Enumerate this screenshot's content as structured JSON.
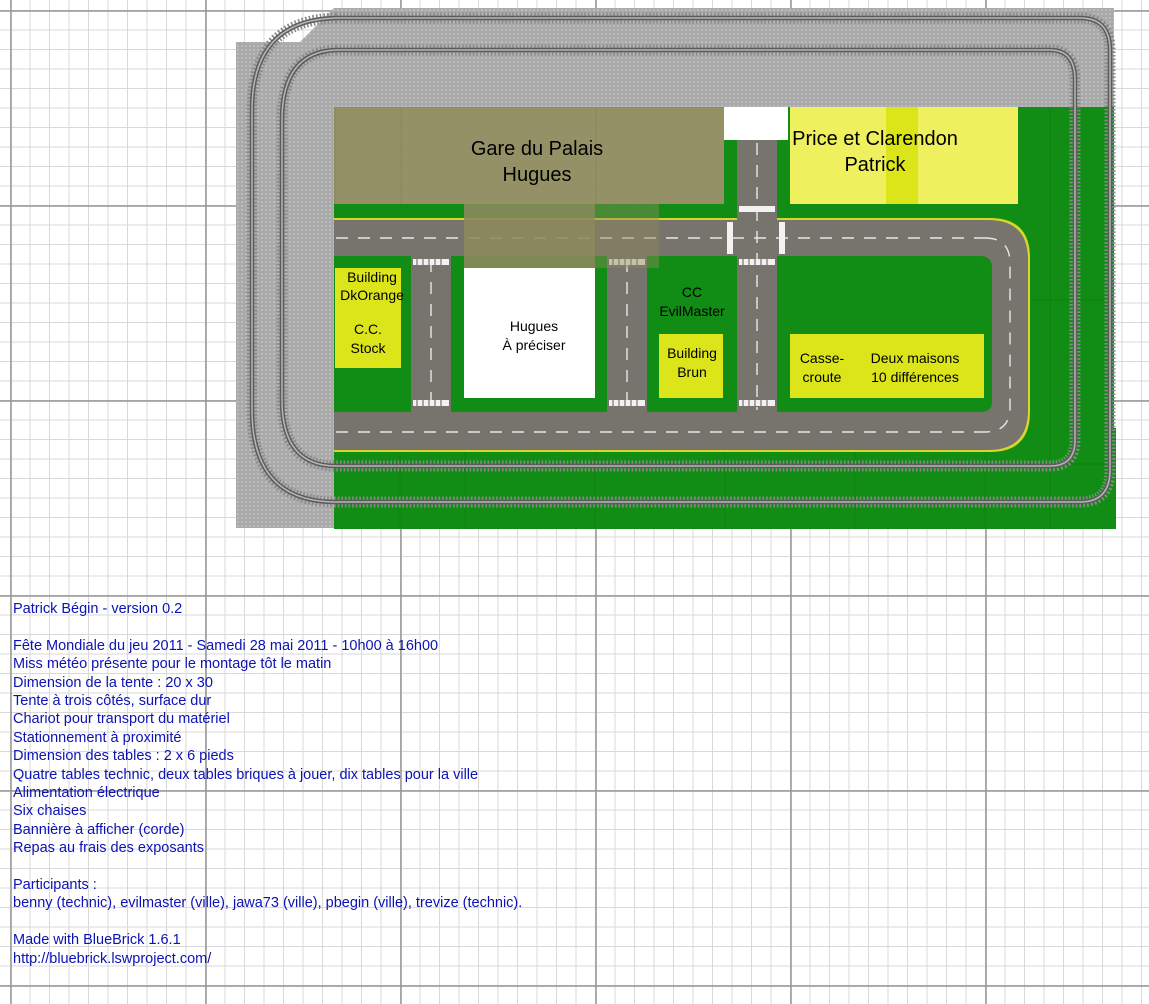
{
  "colors": {
    "baseplate_gray": "#a8a8a8",
    "grass_green": "#118c14",
    "road_gray": "#77736d",
    "station_tan": "#8d8a5c",
    "building_yellow": "#dbe51a",
    "light_yellow": "#eef05e",
    "notes_blue": "#0c12b4",
    "track_gray": "#8a8a8a"
  },
  "zones": {
    "station": {
      "line1": "Gare du Palais",
      "line2": "Hugues"
    },
    "price": {
      "line1": "Price et Clarendon",
      "line2": "Patrick"
    },
    "dkorange": {
      "line1": "Building",
      "line2": "DkOrange"
    },
    "ccstock": {
      "line1": "C.C.",
      "line2": "Stock"
    },
    "hugues": {
      "line1": "Hugues",
      "line2": "À préciser"
    },
    "evilmaster": {
      "line1": "CC",
      "line2": "EvilMaster"
    },
    "brun": {
      "line1": "Building",
      "line2": "Brun"
    },
    "casse": {
      "line1": "Casse-",
      "line2": "croute"
    },
    "maisons": {
      "line1": "Deux maisons",
      "line2": "10 différences"
    }
  },
  "notes": {
    "author": "Patrick Bégin - version 0.2",
    "event": "Fête Mondiale du jeu 2011 - Samedi 28 mai 2011 - 10h00 à 16h00",
    "items": [
      "Miss météo présente pour le montage tôt le matin",
      "Dimension de la tente : 20 x 30",
      "Tente à trois côtés, surface dur",
      "Chariot pour transport du matériel",
      "Stationnement à proximité",
      "Dimension des tables : 2 x 6 pieds",
      "Quatre tables technic, deux tables briques à jouer, dix tables pour la ville",
      "Alimentation électrique",
      "Six chaises",
      "Bannière à afficher (corde)",
      "Repas au frais des exposants"
    ],
    "participants_label": "Participants :",
    "participants": "benny (technic), evilmaster (ville), jawa73 (ville), pbegin (ville), trevize (technic).",
    "made_with": "Made with BlueBrick 1.6.1",
    "url": "http://bluebrick.lswproject.com/"
  }
}
